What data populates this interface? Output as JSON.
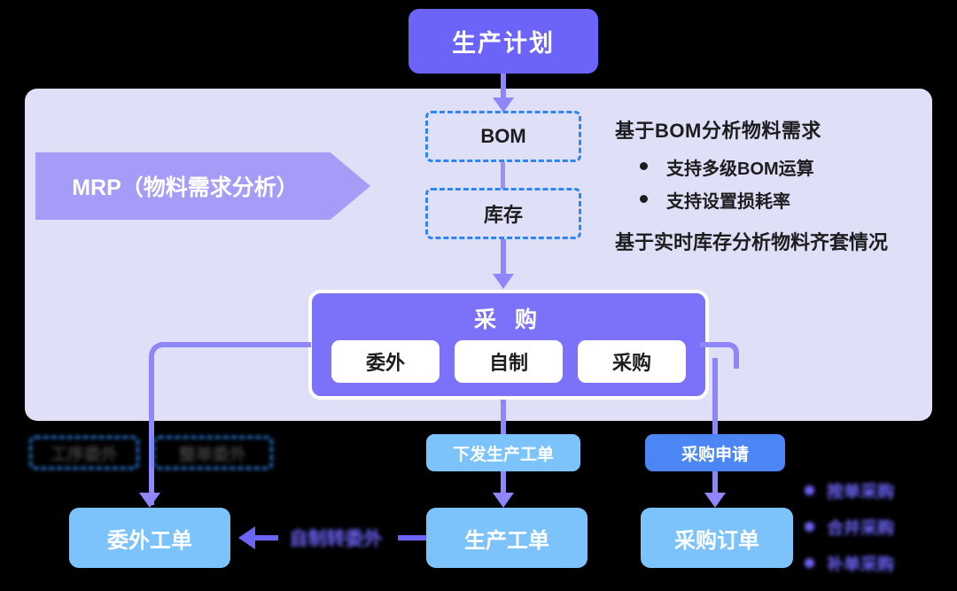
{
  "diagram": {
    "title_node": {
      "label": "生产计划"
    },
    "mrp": {
      "banner_label": "MRP（物料需求分析）",
      "nodes": [
        {
          "id": "bom",
          "label": "BOM"
        },
        {
          "id": "stock",
          "label": "库存"
        }
      ],
      "description": {
        "heading": "基于BOM分析物料需求",
        "bullets": [
          "支持多级BOM运算",
          "支持设置损耗率"
        ],
        "footer": "基于实时库存分析物料齐套情况"
      },
      "purchase_group": {
        "title": "采 购",
        "chips": [
          {
            "label": "委外"
          },
          {
            "label": "自制"
          },
          {
            "label": "采购"
          }
        ]
      }
    },
    "tags": [
      {
        "id": "proc-outsource",
        "label": "工序委外",
        "blurred": true
      },
      {
        "id": "full-outsource",
        "label": "整单委外",
        "blurred": true
      }
    ],
    "labels": {
      "issue_work_order": "下发生产工单",
      "purchase_request": "采购申请",
      "self_to_outsource": "自制转委外"
    },
    "result_nodes": [
      {
        "id": "outsource-wo",
        "label": "委外工单"
      },
      {
        "id": "prod-wo",
        "label": "生产工单"
      },
      {
        "id": "po",
        "label": "采购订单"
      }
    ],
    "po_modes": [
      {
        "label": "按单采购"
      },
      {
        "label": "合并采购"
      },
      {
        "label": "补单采购"
      }
    ],
    "colors": {
      "primary_purple": "#6c63f8",
      "group_purple": "#7b72f9",
      "banner_purple": "#a49cf7",
      "panel_bg": "#dfdff8",
      "light_blue": "#7cc2fb",
      "bright_blue": "#4c86f5",
      "dashed_blue": "#2f86f0",
      "connector": "#8f86fa",
      "canvas_bg": "#000000",
      "text_dark": "#1d1d1f",
      "text_light": "#ffffff"
    }
  }
}
